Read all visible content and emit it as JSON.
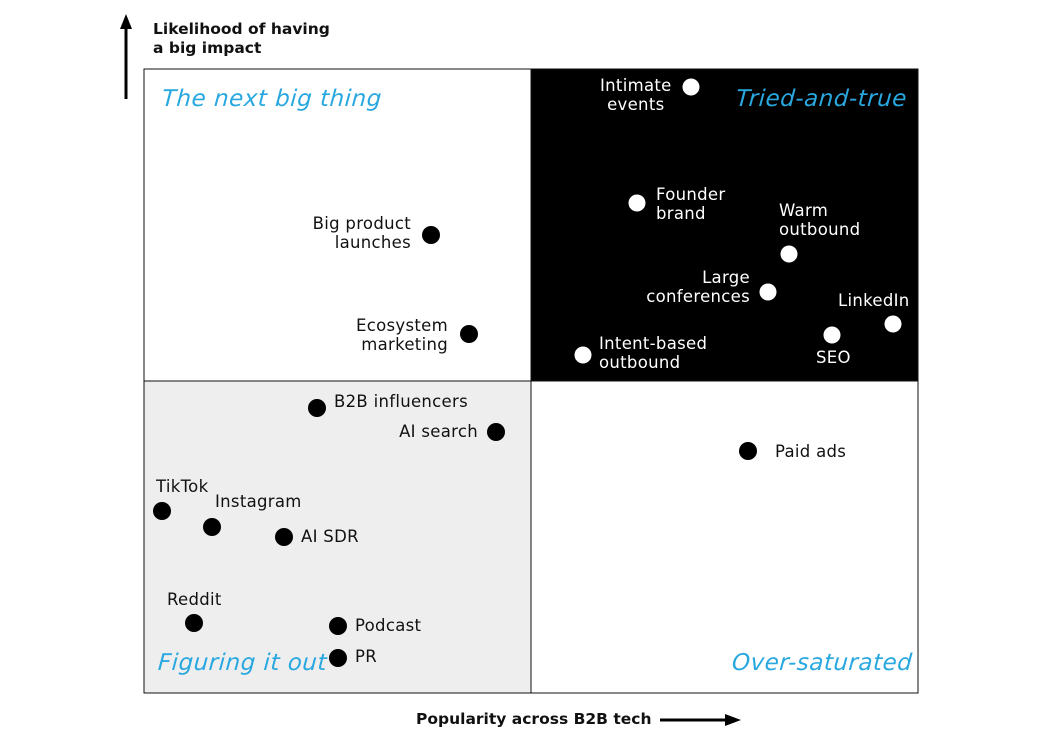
{
  "axes": {
    "y_title_line1": "Likelihood of having",
    "y_title_line2": "a big impact",
    "x_title": "Popularity across B2B tech"
  },
  "quadrants": {
    "top_left": "The next big thing",
    "top_right": "Tried-and-true",
    "bottom_left": "Figuring it out",
    "bottom_right": "Over-saturated"
  },
  "colors": {
    "accent": "#29a8e0",
    "top_right_bg": "#000000",
    "bottom_left_bg": "#eeeeee",
    "dot_dark": "#000000",
    "dot_light": "#ffffff"
  },
  "points": {
    "big_product_launches": {
      "line1": "Big product",
      "line2": "launches"
    },
    "ecosystem_marketing": {
      "line1": "Ecosystem",
      "line2": "marketing"
    },
    "intimate_events": {
      "line1": "Intimate",
      "line2": "events"
    },
    "founder_brand": {
      "line1": "Founder",
      "line2": "brand"
    },
    "warm_outbound": {
      "line1": "Warm",
      "line2": "outbound"
    },
    "large_conferences": {
      "line1": "Large",
      "line2": "conferences"
    },
    "linkedin": {
      "line1": "LinkedIn"
    },
    "seo": {
      "line1": "SEO"
    },
    "intent_based_outbound": {
      "line1": "Intent-based",
      "line2": "outbound"
    },
    "b2b_influencers": {
      "line1": "B2B influencers"
    },
    "ai_search": {
      "line1": "AI search"
    },
    "tiktok": {
      "line1": "TikTok"
    },
    "instagram": {
      "line1": "Instagram"
    },
    "ai_sdr": {
      "line1": "AI SDR"
    },
    "reddit": {
      "line1": "Reddit"
    },
    "podcast": {
      "line1": "Podcast"
    },
    "pr": {
      "line1": "PR"
    },
    "paid_ads": {
      "line1": "Paid ads"
    }
  }
}
